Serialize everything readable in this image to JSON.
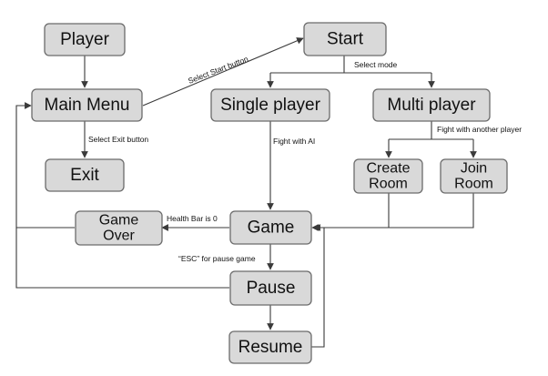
{
  "nodes": {
    "player": "Player",
    "start": "Start",
    "main_menu": "Main Menu",
    "single_player": "Single player",
    "multi_player": "Multi player",
    "exit": "Exit",
    "create_room": [
      "Create",
      "Room"
    ],
    "join_room": [
      "Join",
      "Room"
    ],
    "game_over": [
      "Game",
      "Over"
    ],
    "game": "Game",
    "pause": "Pause",
    "resume": "Resume"
  },
  "edge_labels": {
    "select_start_button": "Select Start button",
    "select_mode": "Select mode",
    "select_exit_button": "Select Exit button",
    "fight_with_ai": "Fight with AI",
    "fight_with_another_player": "Fight with another player",
    "health_bar_is_0": "Health Bar is 0",
    "esc_for_pause_game": "“ESC” for pause game"
  }
}
